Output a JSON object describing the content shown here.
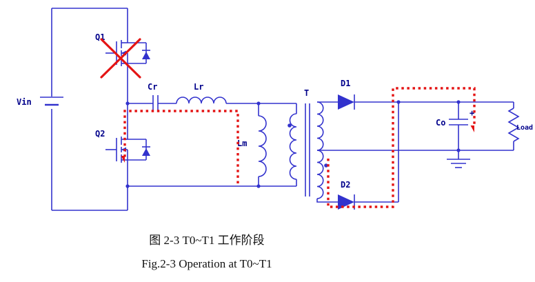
{
  "figure": {
    "captions": {
      "cn": "图 2-3 T0~T1 工作阶段",
      "en": "Fig.2-3 Operation at T0~T1"
    },
    "labels": {
      "vin": "Vin",
      "q1": "Q1",
      "q2": "Q2",
      "cr": "Cr",
      "lr": "Lr",
      "lm": "Lm",
      "t": "T",
      "d1": "D1",
      "d2": "D2",
      "co": "Co",
      "co_plus": "+",
      "load": "Load"
    },
    "colors": {
      "wire": "#3232cd",
      "label": "#00008b",
      "highlight": "#e41414",
      "caption": "#111111",
      "background": "#ffffff"
    }
  }
}
